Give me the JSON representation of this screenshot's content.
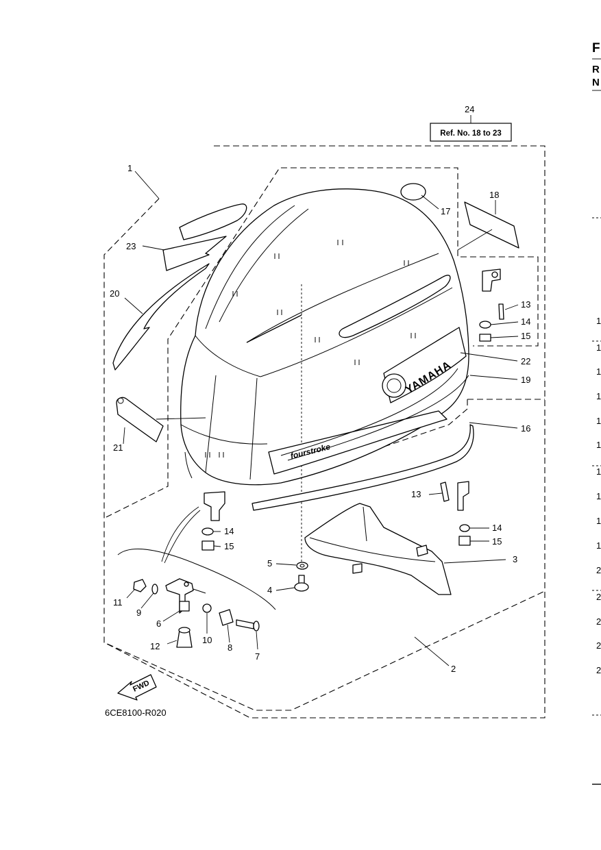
{
  "diagram": {
    "ref_box_label": "Ref. No. 18 to 23",
    "drawing_code": "6CE8100-R020",
    "fwd_label": "FWD",
    "logo_text": "YAMAHA",
    "decal_text": "fourstroke",
    "callouts": {
      "c1": "1",
      "c2": "2",
      "c3": "3",
      "c4": "4",
      "c5": "5",
      "c6": "6",
      "c7": "7",
      "c8": "8",
      "c9": "9",
      "c10": "10",
      "c11": "11",
      "c12": "12",
      "c13a": "13",
      "c13b": "13",
      "c14a": "14",
      "c14b": "14",
      "c14c": "14",
      "c15a": "15",
      "c15b": "15",
      "c15c": "15",
      "c16": "16",
      "c17": "17",
      "c18": "18",
      "c19": "19",
      "c20": "20",
      "c21": "21",
      "c22": "22",
      "c23": "23",
      "c24": "24"
    }
  },
  "edge": {
    "header": [
      "F",
      "R",
      "N"
    ],
    "digits": [
      "1",
      "1",
      "1",
      "1",
      "1",
      "1",
      "1",
      "1",
      "1",
      "1",
      "2",
      "2",
      "2",
      "2",
      "2"
    ]
  }
}
